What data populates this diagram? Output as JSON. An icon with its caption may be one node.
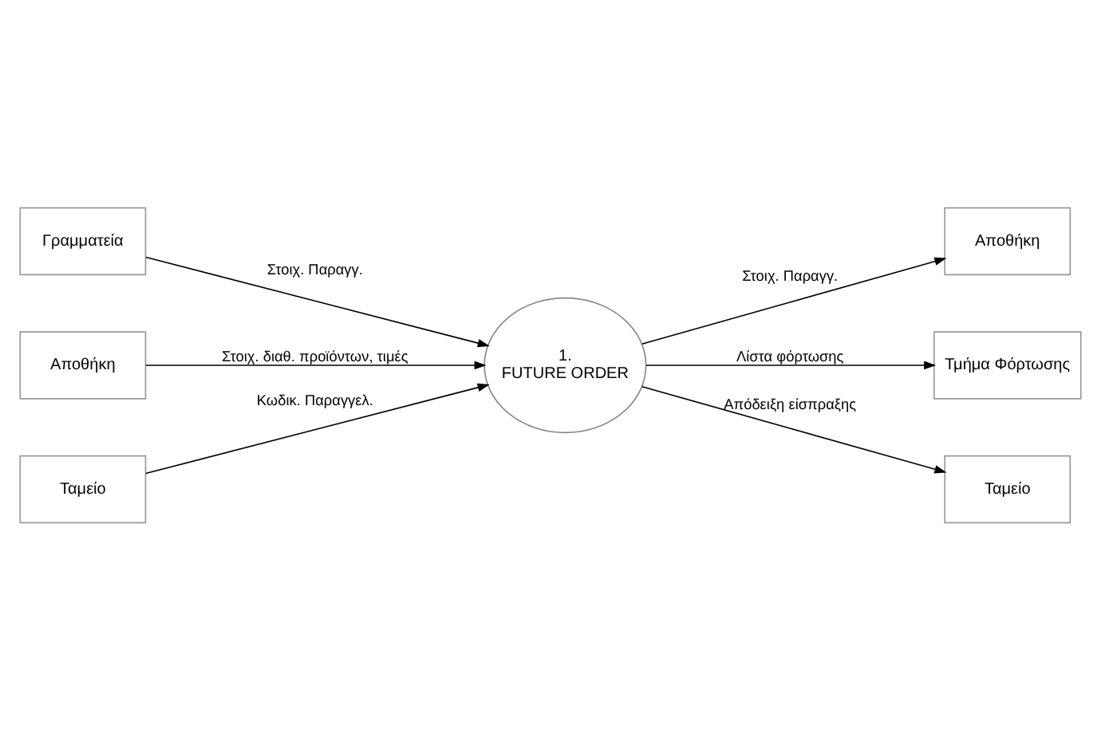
{
  "diagram": {
    "nodes": [
      {
        "text": [
          "Γραμματεία"
        ]
      },
      {
        "text": [
          "Αποθήκη"
        ]
      },
      {
        "text": [
          "Αποθήκη"
        ]
      },
      {
        "text": [
          "1.",
          "FUTURE ORDER"
        ]
      },
      {
        "text": [
          "Τμήμα Φόρτωσης"
        ]
      },
      {
        "text": [
          "Ταμείο"
        ]
      },
      {
        "text": [
          "Ταμείο"
        ]
      }
    ],
    "edges": [
      {
        "from": 0,
        "to": 3,
        "arrow": "to",
        "label": "Στοιχ. Παραγγ."
      },
      {
        "from": 3,
        "to": 1,
        "arrow": "to",
        "label": "Στοιχ. Παραγγ."
      },
      {
        "from": 2,
        "to": 3,
        "arrow": "to",
        "label": "Στοιχ. διαθ. προϊόντων, τιμές"
      },
      {
        "from": 3,
        "to": 4,
        "arrow": "to",
        "label": "Λίστα φόρτωσης"
      },
      {
        "from": 5,
        "to": 3,
        "arrow": "to",
        "label": "Κωδικ. Παραγγελ."
      },
      {
        "from": 3,
        "to": 6,
        "arrow": "to",
        "label": "Απόδειξη είσπραξης"
      }
    ]
  }
}
